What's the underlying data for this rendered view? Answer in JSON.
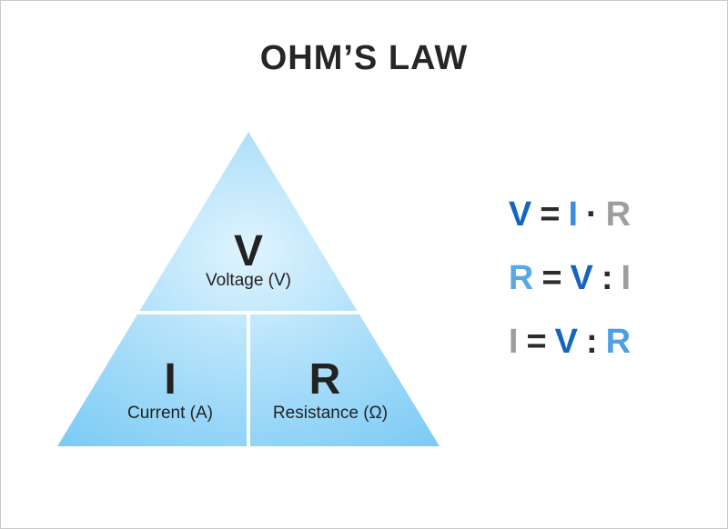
{
  "title": "OHM’S LAW",
  "triangle": {
    "top": {
      "symbol": "V",
      "label": "Voltage (V)"
    },
    "bottom_left": {
      "symbol": "I",
      "label": "Current (A)"
    },
    "bottom_right": {
      "symbol": "R",
      "label": "Resistance (Ω)"
    }
  },
  "formulas": [
    {
      "parts": [
        {
          "text": "V",
          "color": "#1565c0"
        },
        {
          "text": "=",
          "color": "#2b2b2b"
        },
        {
          "text": "I",
          "color": "#3b8ede"
        },
        {
          "text": "·",
          "color": "#2b2b2b"
        },
        {
          "text": "R",
          "color": "#9e9ea0"
        }
      ]
    },
    {
      "parts": [
        {
          "text": "R",
          "color": "#5aa9e6"
        },
        {
          "text": "=",
          "color": "#2b2b2b"
        },
        {
          "text": "V",
          "color": "#1565c0"
        },
        {
          "text": ":",
          "color": "#2b2b2b"
        },
        {
          "text": "I",
          "color": "#9e9ea0"
        }
      ]
    },
    {
      "parts": [
        {
          "text": "I",
          "color": "#9e9ea0"
        },
        {
          "text": "=",
          "color": "#2b2b2b"
        },
        {
          "text": "V",
          "color": "#1565c0"
        },
        {
          "text": ":",
          "color": "#2b2b2b"
        },
        {
          "text": "R",
          "color": "#4da0e4"
        }
      ]
    }
  ],
  "colors": {
    "triangle_light": "#dff4fe",
    "triangle_mid": "#aadef9",
    "triangle_deep": "#6ec5f3",
    "divider": "#ffffff",
    "text_dark": "#222222"
  }
}
